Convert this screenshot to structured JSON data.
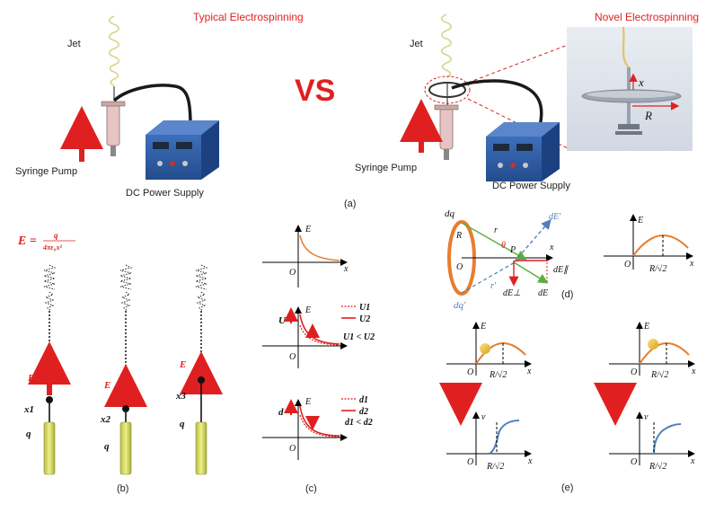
{
  "panel_a": {
    "left_title": "Typical Electrospinning",
    "right_title": "Novel Electrospinning",
    "vs": "VS",
    "jet": "Jet",
    "syringe_pump": "Syringe Pump",
    "dc_power_supply": "DC Power Supply",
    "inset_x": "x",
    "inset_R": "R",
    "caption": "(a)"
  },
  "panel_b": {
    "formula": "E = q/4πε₀x²",
    "field": "E",
    "positions": [
      "x1",
      "x2",
      "x3"
    ],
    "charge": "q",
    "caption": "(b)"
  },
  "panel_c": {
    "axis_E": "E",
    "axis_x": "x",
    "origin": "O",
    "graph2": {
      "var": "U",
      "legend": [
        "U1",
        "U2"
      ],
      "relation": "U1 < U2"
    },
    "graph3": {
      "var": "d",
      "legend": [
        "d1",
        "d2"
      ],
      "relation": "d1 < d2"
    },
    "caption": "(c)"
  },
  "panel_d": {
    "labels": {
      "dq": "dq",
      "dq_prime": "dq′",
      "R": "R",
      "O": "O",
      "r": "r",
      "r_prime": "r′",
      "theta": "θ",
      "P": "P",
      "x": "x",
      "dE_prime": "dE′",
      "dE_par": "dE∥",
      "dE_perp": "dE⊥",
      "dE": "dE"
    },
    "graph": {
      "axis_E": "E",
      "axis_x": "x",
      "origin": "O",
      "peak_label": "R/√2"
    },
    "caption": "(d)"
  },
  "panel_e": {
    "axis_E": "E",
    "axis_v": "v",
    "axis_x": "x",
    "origin": "O",
    "peak_label": "R/√2",
    "caption": "(e)"
  },
  "colors": {
    "red": "#e02020",
    "orange": "#e87d2e",
    "blue": "#4f7fc0",
    "green": "#5aae3c",
    "rod": "#d8dc6a",
    "device": "#2f5fa8"
  }
}
